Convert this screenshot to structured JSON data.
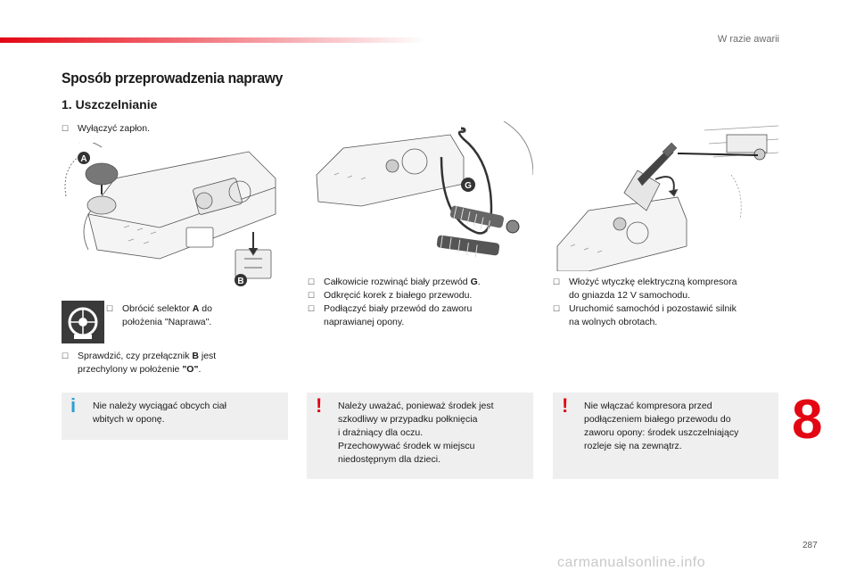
{
  "header": {
    "section_label": "W razie awarii"
  },
  "title": "Sposób przeprowadzenia naprawy",
  "subtitle": "1. Uszczelnianie",
  "col1": {
    "step1": "Wyłączyć zapłon.",
    "figure_labels": [
      "A",
      "B"
    ],
    "step2_line1_a": "Obrócić selektor ",
    "step2_line1_b": "A",
    "step2_line1_c": " do",
    "step2_line2": "położenia \"Naprawa\".",
    "step3_line1_a": "Sprawdzić, czy przełącznik ",
    "step3_line1_b": "B",
    "step3_line1_c": " jest",
    "step3_line2_a": "przechylony w położenie ",
    "step3_line2_b": "\"O\"",
    "step3_line2_c": ".",
    "info_icon": "i",
    "info_line1": "Nie należy wyciągać obcych ciał",
    "info_line2": "wbitych w oponę."
  },
  "col2": {
    "figure_label": "G",
    "b1_a": "Całkowicie rozwinąć biały przewód ",
    "b1_b": "G",
    "b1_c": ".",
    "b2": "Odkręcić korek z białego przewodu.",
    "b3_line1": "Podłączyć biały przewód do zaworu",
    "b3_line2": "naprawianej opony.",
    "warn_icon": "!",
    "warn_lines": [
      "Należy uważać, ponieważ środek jest",
      "szkodliwy w przypadku połknięcia",
      "i drażniący dla oczu.",
      "Przechowywać środek w miejscu",
      "niedostępnym dla dzieci."
    ]
  },
  "col3": {
    "b1_line1": "Włożyć wtyczkę elektryczną kompresora",
    "b1_line2": "do gniazda 12 V samochodu.",
    "b2_line1": "Uruchomić samochód i pozostawić silnik",
    "b2_line2": "na wolnych obrotach.",
    "warn_icon": "!",
    "warn_lines": [
      "Nie włączać kompresora przed",
      "podłączeniem białego przewodu do",
      "zaworu opony: środek uszczelniający",
      "rozleje się na zewnątrz."
    ]
  },
  "chapter_number": "8",
  "page_number": "287",
  "watermark": "carmanualsonline.info",
  "colors": {
    "accent_red": "#e30613",
    "info_blue": "#2a9fd8",
    "box_bg": "#efefef"
  }
}
